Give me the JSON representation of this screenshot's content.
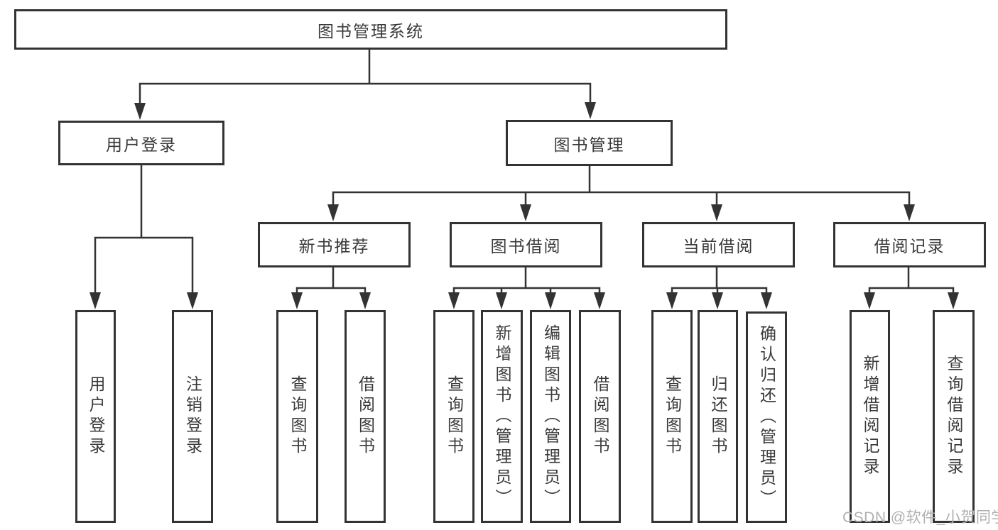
{
  "diagram": {
    "title_node": "图书管理系统",
    "level2": [
      {
        "label": "用户登录"
      },
      {
        "label": "图书管理"
      }
    ],
    "level3": [
      {
        "label": "新书推荐"
      },
      {
        "label": "图书借阅"
      },
      {
        "label": "当前借阅"
      },
      {
        "label": "借阅记录"
      }
    ],
    "leaves": {
      "user_login": [
        "用户登录",
        "注销登录"
      ],
      "new_book": [
        "查询图书",
        "借阅图书"
      ],
      "book_borrow": [
        "查询图书",
        "新增图书（管理员）",
        "编辑图书（管理员）",
        "借阅图书"
      ],
      "current_borrow": [
        "查询图书",
        "归还图书",
        "确认归还（管理员）"
      ],
      "borrow_records": [
        "新增借阅记录",
        "查询借阅记录"
      ]
    }
  },
  "watermark": "CSDN @软件_小贺同学",
  "colors": {
    "line": "#333333",
    "box_border": "#333333",
    "text": "#3a3a3a",
    "watermark": "#b3afaf",
    "background": "#ffffff"
  }
}
